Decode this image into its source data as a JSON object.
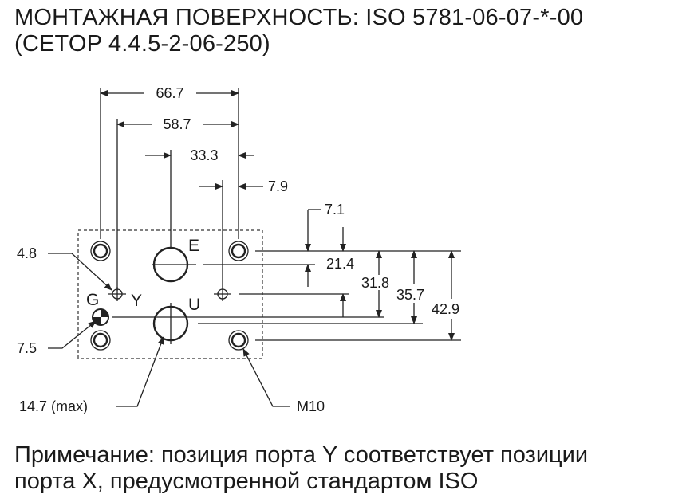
{
  "title": {
    "line1": "МОНТАЖНАЯ ПОВЕРХНОСТЬ: ISO 5781-06-07-*-00",
    "line2": "(CETOP 4.4.5-2-06-250)"
  },
  "dimensions": {
    "d66_7": "66.7",
    "d58_7": "58.7",
    "d33_3": "33.3",
    "d7_9": "7.9",
    "d7_1": "7.1",
    "d21_4": "21.4",
    "d31_8": "31.8",
    "d35_7": "35.7",
    "d42_9": "42.9",
    "d4_8": "4.8",
    "d7_5": "7.5",
    "d14_7": "14.7 (max)",
    "m10": "M10"
  },
  "ports": {
    "e": "E",
    "u": "U",
    "y": "Y",
    "g": "G"
  },
  "note": {
    "line1": "Примечание: позиция порта Y соответствует позиции",
    "line2": "порта X, предусмотренной стандартом ISO"
  }
}
